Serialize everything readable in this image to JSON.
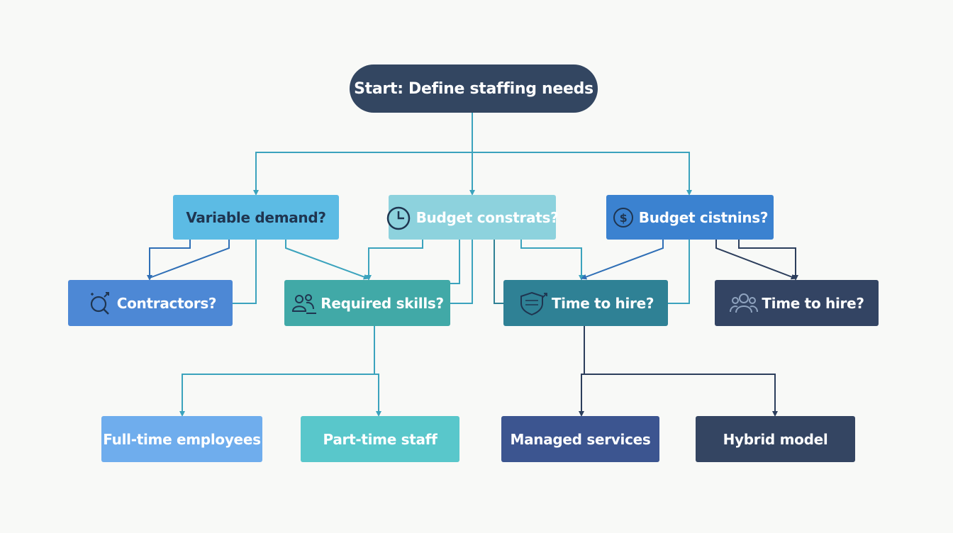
{
  "nodes": {
    "start": "Start: Define staffing needs",
    "variable_demand": "Variable demand?",
    "budget_constraints_1": "Budget constrats?",
    "budget_constraints_2": "Budget cistnins?",
    "contractors": "Contractors?",
    "required_skills": "Required skills?",
    "time_to_hire_1": "Time to hire?",
    "time_to_hire_2": "Time to hire?",
    "full_time": "Full-time employees",
    "part_time": "Part-time staff",
    "managed_services": "Managed services",
    "hybrid_model": "Hybrid model"
  },
  "icons": {
    "budget_constraints_1": "clock-icon",
    "budget_constraints_2": "dollar-badge-icon",
    "contractors": "search-person-icon",
    "required_skills": "people-icon",
    "time_to_hire_1": "shield-icon",
    "time_to_hire_2": "group-icon"
  },
  "colors": {
    "connector_teal": "#3ba3bd",
    "connector_blue": "#2f6fb6",
    "connector_navy": "#2c3e5c"
  }
}
